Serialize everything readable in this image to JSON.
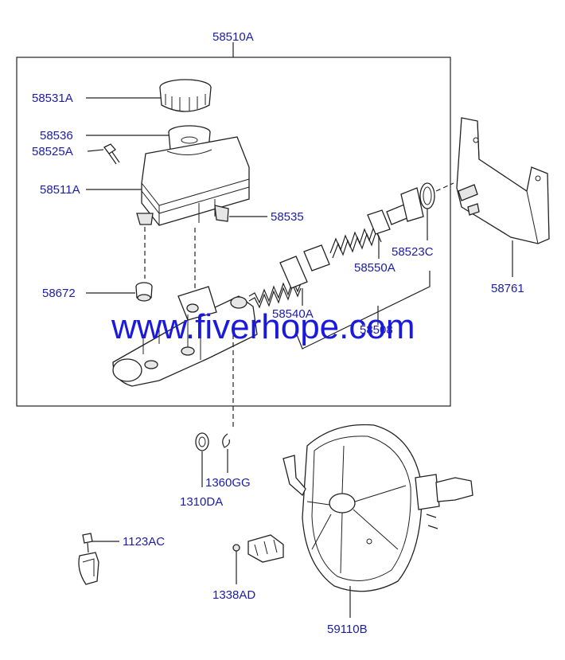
{
  "labels": {
    "assembly": "58510A",
    "cap": "58531A",
    "filter": "58536",
    "screw": "58525A",
    "reservoir": "58511A",
    "grommet_left": "58535",
    "grommet_seal": "58672",
    "stop_ring": "58523C",
    "bracket": "58761",
    "primary_piston": "58550A",
    "secondary_piston": "58540A",
    "piston_kit": "58508",
    "washer": "1310DA",
    "clip": "1360GG",
    "bolt": "1123AC",
    "nut": "1338AD",
    "booster": "59110B"
  },
  "watermark": "www.fiverhope.com"
}
